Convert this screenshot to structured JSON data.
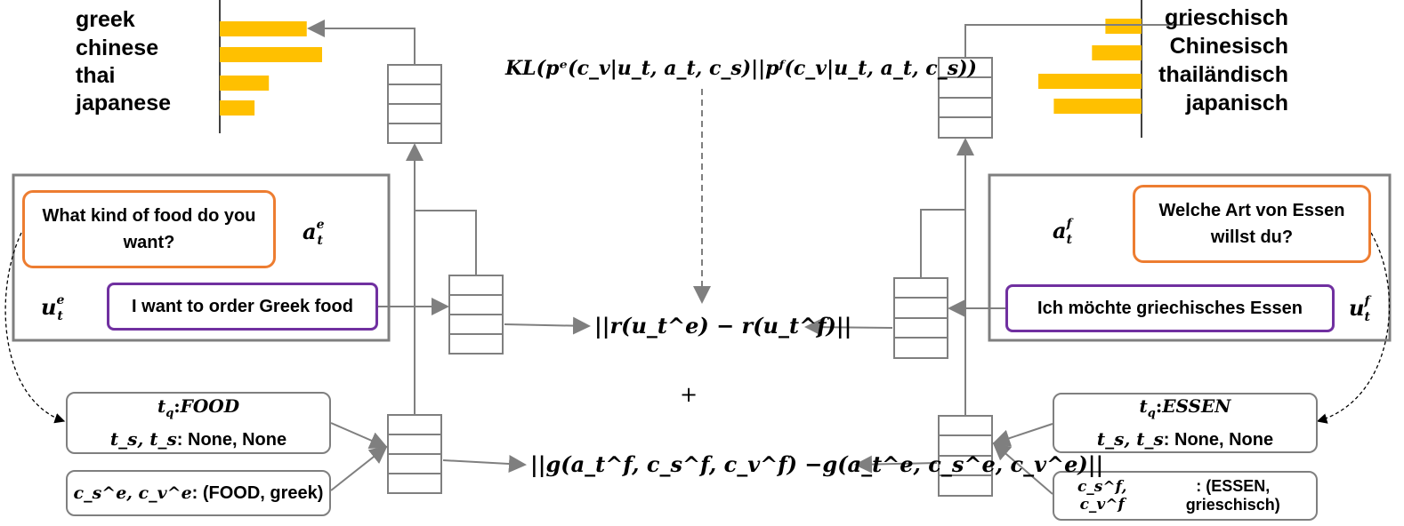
{
  "left_bar_chart": {
    "labels": [
      "greek",
      "chinese",
      "thai",
      "japanese"
    ],
    "values": [
      0.85,
      1.0,
      0.48,
      0.34
    ]
  },
  "right_bar_chart": {
    "labels": [
      "grieschisch",
      "Chinesisch",
      "thailändisch",
      "japanisch"
    ],
    "values": [
      0.35,
      0.48,
      1.0,
      0.85
    ]
  },
  "bar_color": "#FFC000",
  "kl_formula": "KL(pᵉ(c_v|u_t, a_t, c_s)||pᶠ(c_v|u_t, a_t, c_s))",
  "en_panel": {
    "system_utterance": "What kind of food do you want?",
    "user_utterance": "I want to order Greek food",
    "act_symbol": "a",
    "act_sup": "e",
    "utt_symbol": "u",
    "utt_sup": "e",
    "sub": "t"
  },
  "de_panel": {
    "system_utterance": "Welche Art von Essen willst du?",
    "user_utterance": "Ich möchte griechisches Essen",
    "act_symbol": "a",
    "act_sup": "f",
    "utt_symbol": "u",
    "utt_sup": "f",
    "sub": "t"
  },
  "en_slots": {
    "tq_prefix": "t",
    "tq_sub": "q",
    "tq_value": "FOOD",
    "ts_label": "t_s, t_s",
    "ts_value": ": None, None",
    "cv_label": "c_s^e, c_v^e",
    "cv_value": ": (FOOD, greek)"
  },
  "de_slots": {
    "tq_prefix": "t",
    "tq_sub": "q",
    "tq_value": "ESSEN",
    "ts_label": "t_s, t_s",
    "ts_value": ": None, None",
    "cv_label": "c_s^f, c_v^f",
    "cv_value": ": (ESSEN, grieschisch)"
  },
  "r_loss": "||r(u_t^e) − r(u_t^f)||",
  "plus": "+",
  "g_loss": "||g(a_t^f, c_s^f, c_v^f) −g(a_t^e, c_s^e, c_v^e)||",
  "colors": {
    "orange": "#ED7D31",
    "purple": "#7030A0",
    "gray": "#7F7F7F",
    "bar": "#FFC000"
  }
}
